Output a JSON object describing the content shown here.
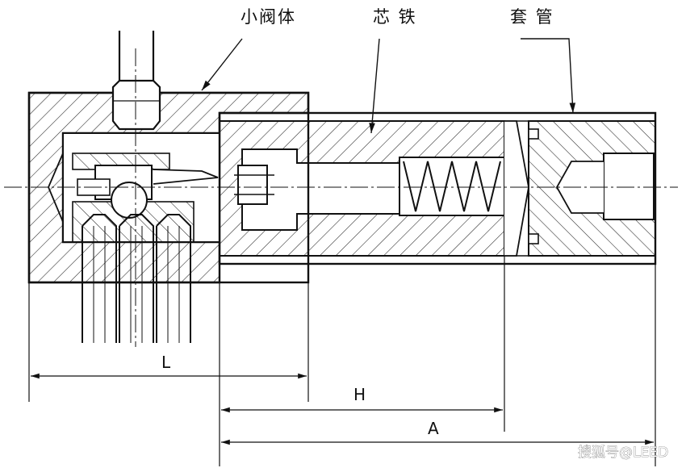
{
  "callouts": {
    "small_valve_body": "小阀体",
    "plunger_iron": "芯 铁",
    "sleeve_tube": "套 管"
  },
  "dimensions": {
    "L": "L",
    "H": "H",
    "A": "A"
  },
  "watermark": "搜狐号@LEED",
  "colors": {
    "line": "#111111",
    "background": "#ffffff"
  }
}
